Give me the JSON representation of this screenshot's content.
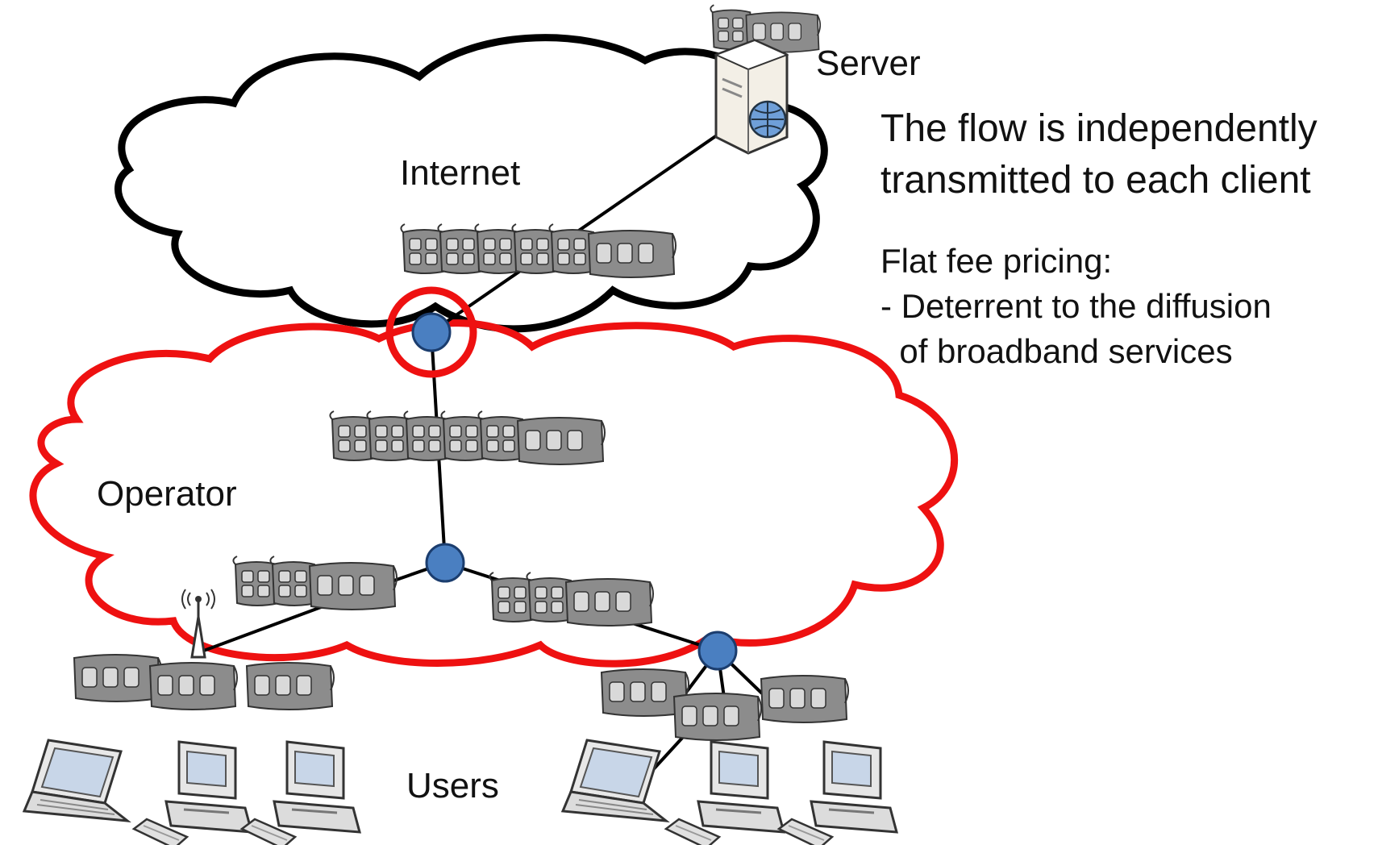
{
  "labels": {
    "server": "Server",
    "internet": "Internet",
    "operator": "Operator",
    "users": "Users"
  },
  "notes": {
    "flow_line1": "The flow is independently",
    "flow_line2": "transmitted to each client",
    "pricing_title": "Flat fee pricing:",
    "pricing_line1": "- Deterrent to the diffusion",
    "pricing_line2": "  of broadband services"
  },
  "colors": {
    "internet_cloud": "#000000",
    "operator_cloud": "#ee1111",
    "node": "#4a7fc1",
    "highlight_ring": "#ee1111",
    "film": "#8c8c8c"
  },
  "icons": {
    "server": "server-icon",
    "laptop": "laptop-icon",
    "desktop": "desktop-computer-icon",
    "antenna": "antenna-icon",
    "film": "film-strip-icon"
  }
}
